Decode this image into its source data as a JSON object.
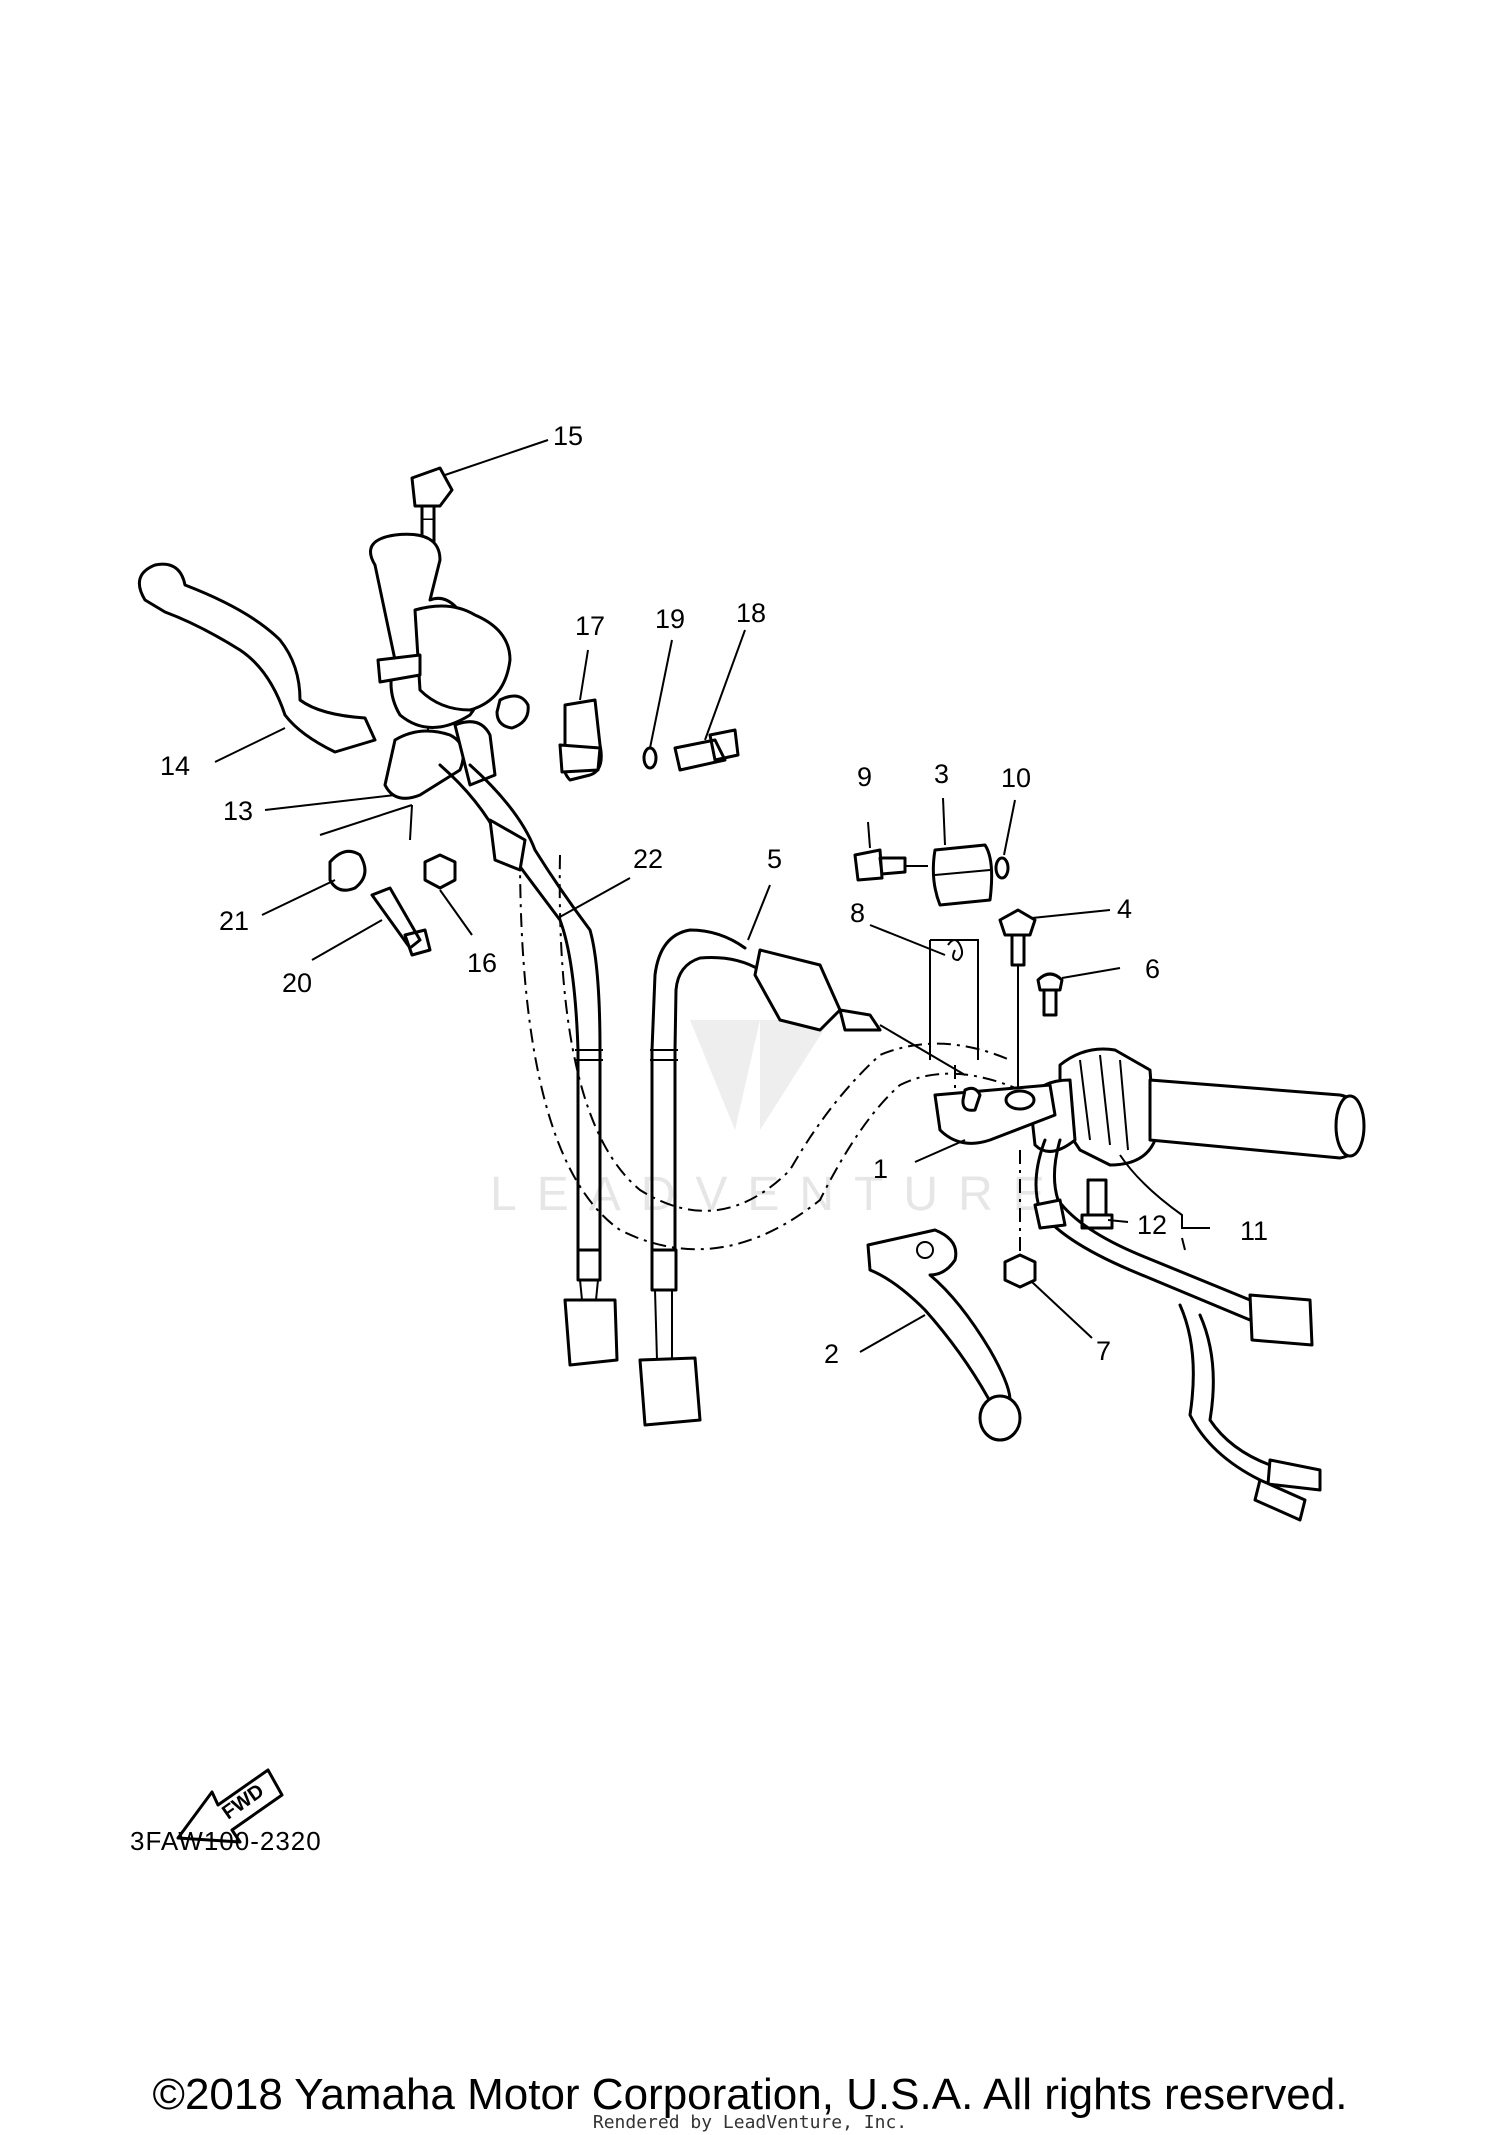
{
  "diagram": {
    "callouts": [
      {
        "id": "c1",
        "text": "1"
      },
      {
        "id": "c2",
        "text": "2"
      },
      {
        "id": "c3",
        "text": "3"
      },
      {
        "id": "c4",
        "text": "4"
      },
      {
        "id": "c5",
        "text": "5"
      },
      {
        "id": "c6",
        "text": "6"
      },
      {
        "id": "c7",
        "text": "7"
      },
      {
        "id": "c8",
        "text": "8"
      },
      {
        "id": "c9",
        "text": "9"
      },
      {
        "id": "c10",
        "text": "10"
      },
      {
        "id": "c11",
        "text": "11"
      },
      {
        "id": "c12",
        "text": "12"
      },
      {
        "id": "c13",
        "text": "13"
      },
      {
        "id": "c14",
        "text": "14"
      },
      {
        "id": "c15",
        "text": "15"
      },
      {
        "id": "c16",
        "text": "16"
      },
      {
        "id": "c17",
        "text": "17"
      },
      {
        "id": "c18",
        "text": "18"
      },
      {
        "id": "c19",
        "text": "19"
      },
      {
        "id": "c20",
        "text": "20"
      },
      {
        "id": "c21",
        "text": "21"
      },
      {
        "id": "c22",
        "text": "22"
      }
    ],
    "fwd_label": "FWD",
    "diagram_code": "3FAW100-2320",
    "watermark": "LEADVENTURE"
  },
  "footer": {
    "copyright": "©2018 Yamaha Motor Corporation, U.S.A. All rights reserved.",
    "rendered_by": "Rendered by LeadVenture, Inc."
  }
}
